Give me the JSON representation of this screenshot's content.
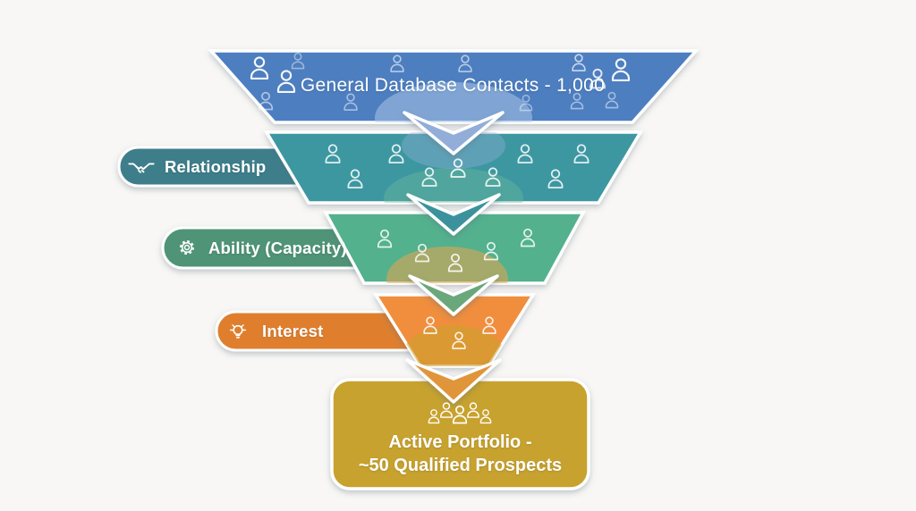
{
  "canvas": {
    "background": "#f8f7f5"
  },
  "funnel": {
    "stages": [
      {
        "name": "general-database-contacts",
        "label": "General Database Contacts - 1,000",
        "fill": "#4d7ec0",
        "arrow_fill": "#93add9",
        "people_icon_count": 13
      },
      {
        "name": "relationship",
        "fill": "#3e97a1",
        "arrow_fill": "#3a929d",
        "people_icon_count": 9,
        "pill": {
          "label": "Relationship",
          "icon": "handshake-icon",
          "fill": "#3e7e8a"
        }
      },
      {
        "name": "ability-capacity",
        "fill": "#52b18e",
        "arrow_fill": "#6aa87c",
        "people_icon_count": 5,
        "pill": {
          "label": "Ability (Capacity)",
          "icon": "gear-icon",
          "fill": "#4f9477"
        }
      },
      {
        "name": "interest",
        "fill": "#f08e3d",
        "arrow_fill": "#e0953a",
        "people_icon_count": 3,
        "pill": {
          "label": "Interest",
          "icon": "lightbulb-icon",
          "fill": "#df7f2e"
        }
      }
    ],
    "result": {
      "name": "active-portfolio",
      "lines": [
        "Active Portfolio -",
        "~50 Qualified Prospects"
      ],
      "fill": "#c8a22d",
      "icon": "people-group-icon"
    }
  }
}
